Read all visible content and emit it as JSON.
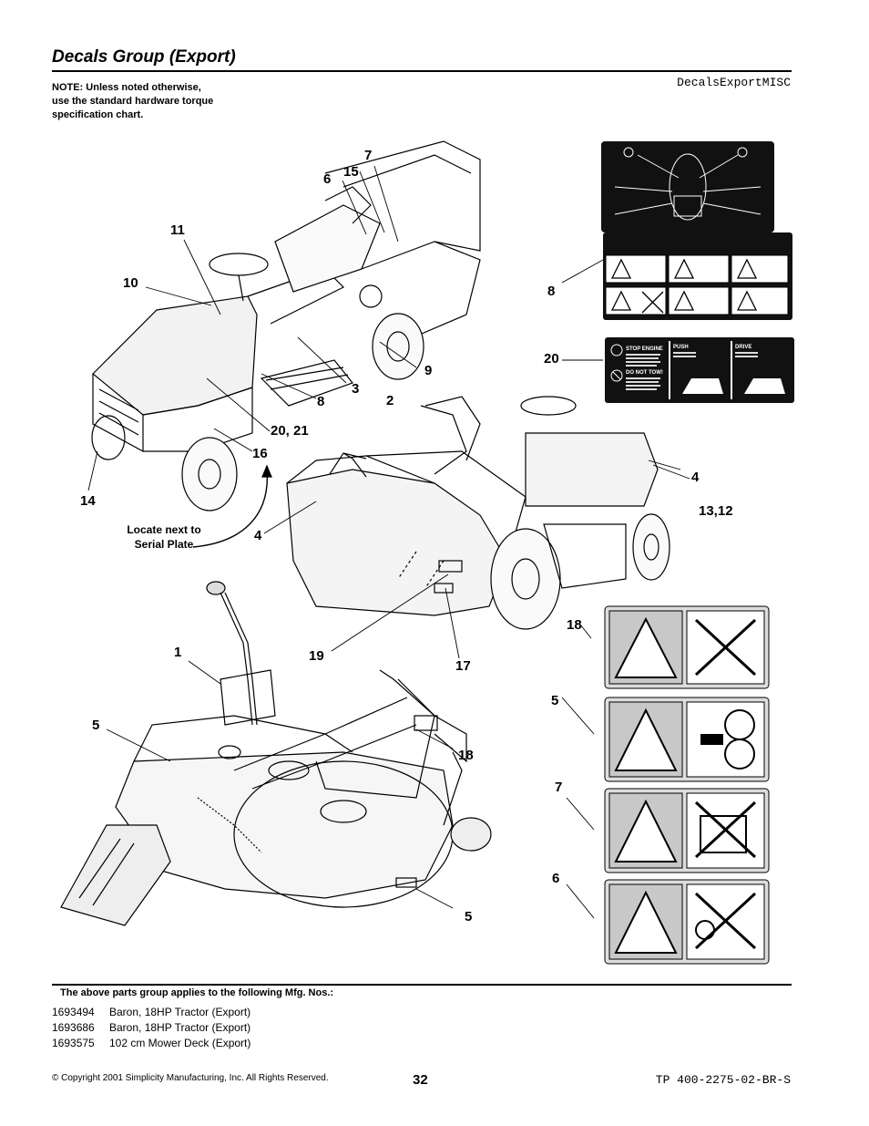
{
  "header": {
    "title": "Decals Group (Export)",
    "ref_code": "DecalsExportMISC"
  },
  "note": {
    "lines": [
      "NOTE: Unless noted otherwise,",
      "use the standard hardware torque",
      "specification chart."
    ]
  },
  "drawing": {
    "callouts": {
      "c7a": "7",
      "c15": "15",
      "c6a": "6",
      "c11": "11",
      "c10": "10",
      "c8a": "8",
      "c8b": "8",
      "c9": "9",
      "c3": "3",
      "c2": "2",
      "c20a": "20",
      "c2021": "20, 21",
      "c16": "16",
      "c14": "14",
      "c4a": "4",
      "c4b": "4",
      "c1312": "13,12",
      "c18a": "18",
      "c1": "1",
      "c19": "19",
      "c17": "17",
      "c5a": "5",
      "c5b": "5",
      "c18b": "18",
      "c7b": "7",
      "c6b": "6",
      "c5c": "5"
    },
    "locate_line1": "Locate next to",
    "locate_line2": "Serial Plate",
    "decal_text": {
      "stop_engine": "STOP ENGINE",
      "do_not_tow": "DO NOT TOW!",
      "push": "PUSH",
      "drive": "DRIVE"
    }
  },
  "mfg": {
    "heading": "The above parts group applies to the following Mfg. Nos.:",
    "rows": [
      {
        "num": "1693494",
        "desc": "Baron, 18HP Tractor (Export)"
      },
      {
        "num": "1693686",
        "desc": "Baron, 18HP Tractor (Export)"
      },
      {
        "num": "1693575",
        "desc": "102 cm Mower Deck (Export)"
      }
    ]
  },
  "footer": {
    "copyright": "© Copyright  2001 Simplicity Manufacturing, Inc. All Rights Reserved.",
    "page_number": "32",
    "doc_code": "TP 400-2275-02-BR-S"
  }
}
